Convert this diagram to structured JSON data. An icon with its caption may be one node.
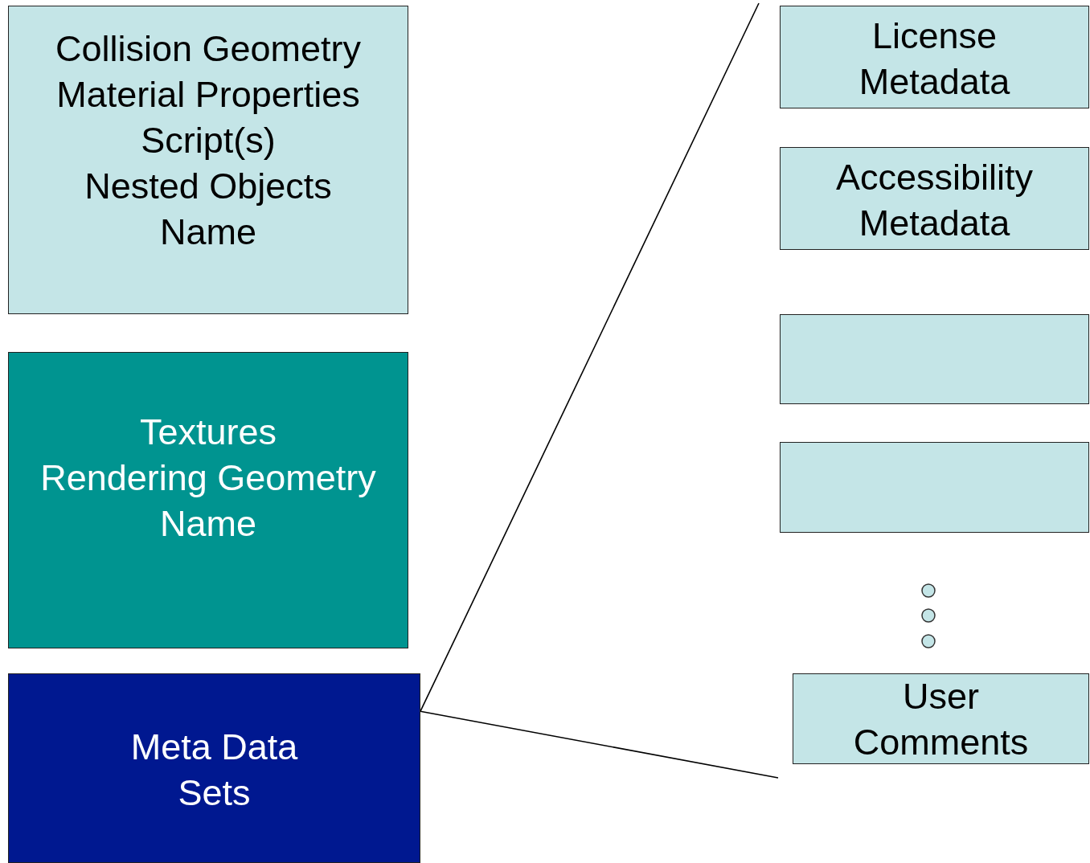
{
  "diagram": {
    "nodes": [
      {
        "text": [
          "Collision Geometry",
          "Material Properties",
          "Script(s)",
          "Nested Objects",
          "Name"
        ]
      },
      {
        "text": [
          "Textures",
          "Rendering Geometry",
          "Name"
        ]
      },
      {
        "text": [
          "Meta Data Sets"
        ]
      },
      {
        "text": [
          "License Metadata"
        ]
      },
      {
        "text": [
          "Accessibility Metadata"
        ]
      },
      {
        "text": [],
        "shape": "box"
      },
      {
        "text": [],
        "shape": "box"
      },
      {
        "text": [
          "User Comments"
        ]
      }
    ],
    "edges": [
      {
        "from": 2,
        "to": null,
        "arrow": "none"
      },
      {
        "from": 2,
        "to": null,
        "arrow": "none"
      }
    ]
  }
}
